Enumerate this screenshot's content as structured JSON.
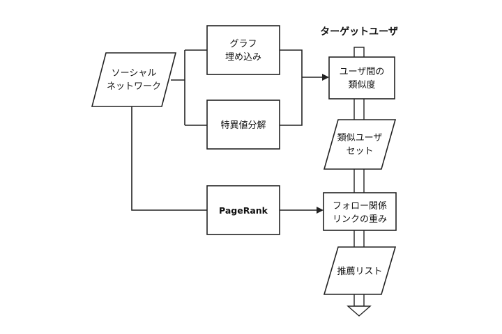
{
  "title": "ターゲットユーザ",
  "nodes": {
    "social_network": [
      "ソーシャル",
      "ネットワーク"
    ],
    "graph_embedding": [
      "グラフ",
      "埋め込み"
    ],
    "svd": [
      "特異値分解"
    ],
    "pagerank": [
      "PageRank"
    ],
    "user_similarity": [
      "ユーザ間の",
      "類似度"
    ],
    "similar_user_set": [
      "類似ユーザ",
      "セット"
    ],
    "follow_link_weight": [
      "フォロー関係",
      "リンクの重み"
    ],
    "recommendation_list": [
      "推薦リスト"
    ]
  }
}
